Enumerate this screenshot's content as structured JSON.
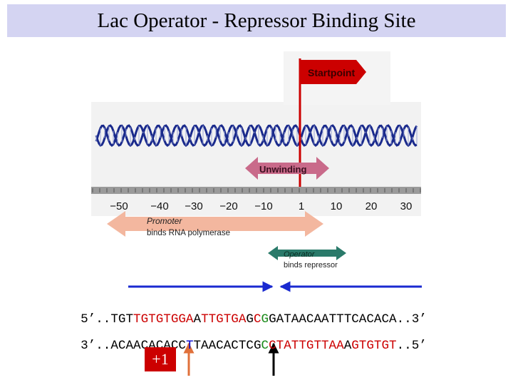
{
  "title": "Lac Operator - Repressor Binding Site",
  "startpoint_label": "Startpoint",
  "unwinding_label": "Unwinding",
  "scale_ticks": [
    "−50",
    "−40",
    "−30",
    "−20",
    "−10",
    "1",
    "10",
    "20",
    "30"
  ],
  "promoter": {
    "line1": "Promoter",
    "line2": "binds RNA polymerase"
  },
  "operator": {
    "line1": "Operator",
    "line2": "binds repressor"
  },
  "top_strand": {
    "prefix": "5’..TGT",
    "segments": [
      {
        "text": "TGTGTGGA",
        "color": "#cc0000"
      },
      {
        "text": "A",
        "color": "#000000"
      },
      {
        "text": "TTGTGA",
        "color": "#cc0000"
      },
      {
        "text": "G",
        "color": "#000000"
      },
      {
        "text": "C",
        "color": "#cc0000"
      },
      {
        "text": "G",
        "color": "#1a8a1a"
      },
      {
        "text": "G",
        "color": "#000000"
      }
    ],
    "suffix": "ATAACAATTTCACACA..3’"
  },
  "bottom_strand": {
    "prefix": "3’..ACAACACACC",
    "segments": [
      {
        "text": "T",
        "color": "#0000cc"
      },
      {
        "text": "TAACACTCG",
        "color": "#000000"
      },
      {
        "text": "C",
        "color": "#1a8a1a"
      },
      {
        "text": "CTATTGTTAA",
        "color": "#cc0000"
      },
      {
        "text": "A",
        "color": "#000000"
      },
      {
        "text": "GTGTGT",
        "color": "#cc0000"
      }
    ],
    "suffix": "..5’"
  },
  "plus_one_label": "+1",
  "colors": {
    "title_bg": "#d4d4f2",
    "helix": "#1a2a8c",
    "startpoint_flag": "#cc0000",
    "unwinding_arrow": "#c96a8a",
    "promoter_arrow": "#f3b79f",
    "operator_arrow": "#2a7a6a",
    "bracket_arrow": "#1a2ad0",
    "plus_one_box": "#cc0000"
  }
}
